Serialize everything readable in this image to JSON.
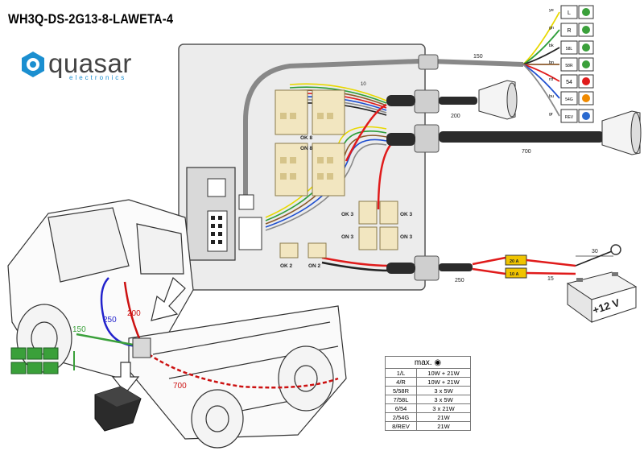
{
  "title": "WH3Q-DS-2G13-8-LAWETA-4",
  "logo": {
    "word": "quasar",
    "sub": "electronics",
    "brand_color": "#1b8fd0"
  },
  "wire_lengths": {
    "w150": "150",
    "w200": "200",
    "w700": "700",
    "w250": "250",
    "w15": "15",
    "w30": "30",
    "w10": "10"
  },
  "truck_lengths": {
    "t150": "150",
    "t250": "250",
    "t200": "200",
    "t700": "700"
  },
  "switch_labels": {
    "ok8": "OK 8",
    "on8": "ON 8",
    "ok3a": "OK 3",
    "ok3b": "OK 3",
    "on3a": "ON 3",
    "on3b": "ON 3",
    "ok2": "OK 2",
    "on2": "ON 2"
  },
  "fuses": {
    "f1": "20 A",
    "f2": "10 A"
  },
  "battery": {
    "label": "+12 V"
  },
  "outputs": [
    {
      "wire": "ye",
      "symbol": "L",
      "icon": "left-arrow-icon"
    },
    {
      "wire": "gn",
      "symbol": "R",
      "icon": "right-arrow-icon"
    },
    {
      "wire": "bk",
      "symbol": "58L",
      "icon": "position-light-icon"
    },
    {
      "wire": "bn",
      "symbol": "58R",
      "icon": "position-light-icon"
    },
    {
      "wire": "rd",
      "symbol": "54",
      "icon": "stop-light-icon"
    },
    {
      "wire": "bu",
      "symbol": "54G",
      "icon": "fog-light-icon"
    },
    {
      "wire": "gr",
      "symbol": "REV",
      "icon": "reverse-light-icon"
    }
  ],
  "wire_colors": {
    "ye": "#e8d800",
    "gn": "#2e9e3a",
    "bk": "#222222",
    "bn": "#8b5a2b",
    "rd": "#e01b1b",
    "bu": "#1f4fd0",
    "gr": "#8a8a8a"
  },
  "spec_table": {
    "header": "max.",
    "rows": [
      [
        "1/L",
        "10W + 21W"
      ],
      [
        "4/R",
        "10W + 21W"
      ],
      [
        "5/58R",
        "3 x 5W"
      ],
      [
        "7/58L",
        "3 x 5W"
      ],
      [
        "6/54",
        "3 x 21W"
      ],
      [
        "2/54G",
        "21W"
      ],
      [
        "8/REV",
        "21W"
      ]
    ]
  }
}
